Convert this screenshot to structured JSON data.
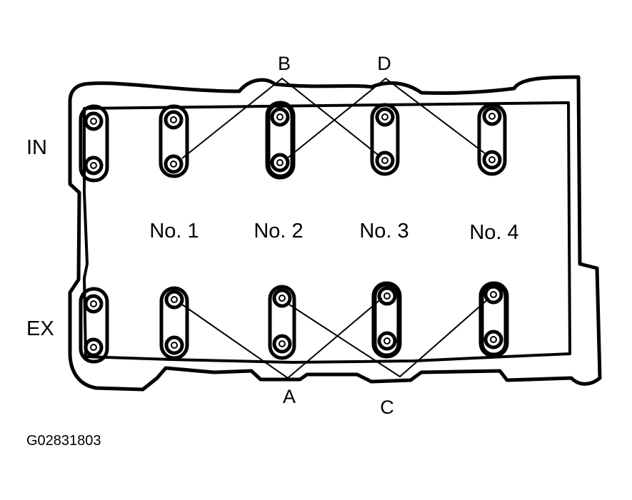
{
  "labels": {
    "intake": "IN",
    "exhaust": "EX",
    "figure_code": "G02831803"
  },
  "cylinders": [
    "No. 1",
    "No. 2",
    "No. 3",
    "No. 4"
  ],
  "points": {
    "a": "A",
    "b": "B",
    "c": "C",
    "d": "D"
  },
  "colors": {
    "ink": "#000000",
    "paper": "#ffffff"
  }
}
